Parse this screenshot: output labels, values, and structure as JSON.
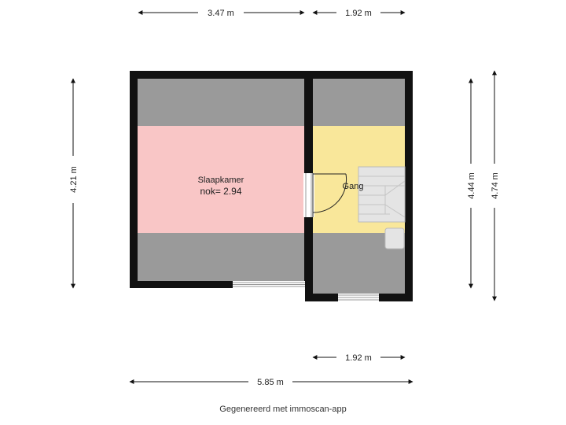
{
  "dimensions": {
    "top_left": "3.47 m",
    "top_right": "1.92 m",
    "left": "4.21 m",
    "right_inner": "4.44 m",
    "right_outer": "4.74 m",
    "bottom_right": "1.92 m",
    "bottom_total": "5.85 m"
  },
  "rooms": {
    "bedroom_name": "Slaapkamer",
    "bedroom_ridge": "nok= 2.94",
    "hallway_name": "Gang"
  },
  "colors": {
    "bedroom": "#f9c6c6",
    "hallway": "#f9e79a",
    "slope": "#9a9a9a",
    "wall": "#111111"
  },
  "footer": "Gegenereerd met immoscan-app"
}
